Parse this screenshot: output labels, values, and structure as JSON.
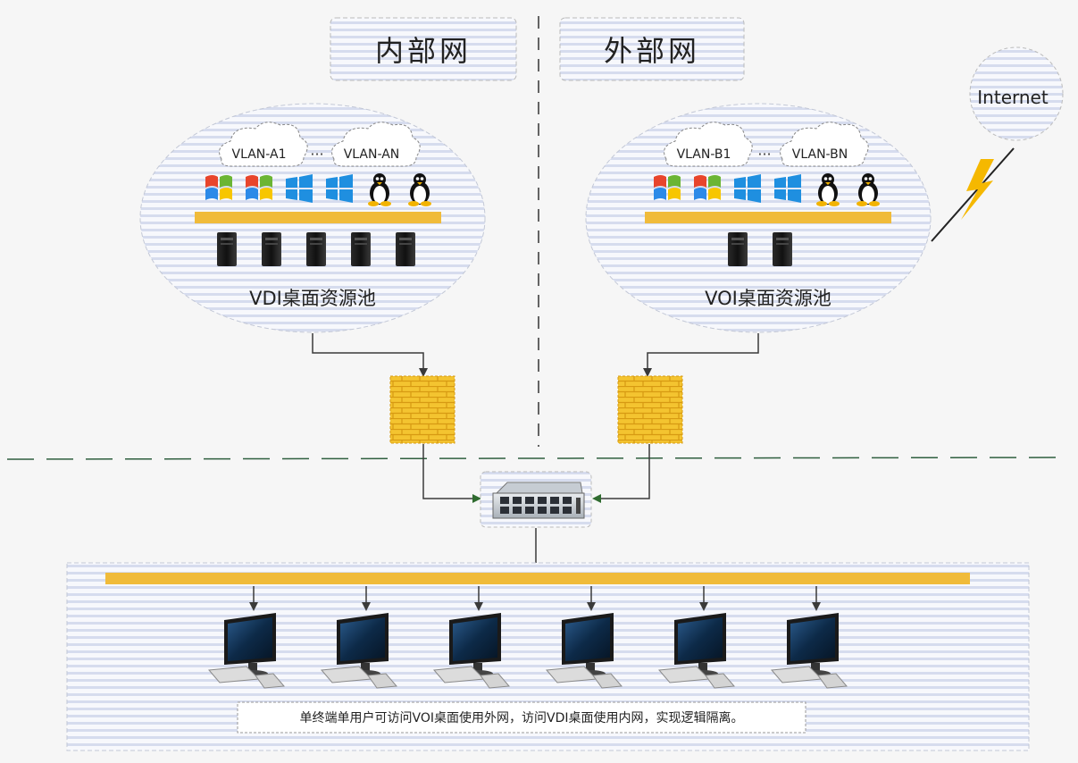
{
  "zones": {
    "internal": "内部网",
    "external": "外部网"
  },
  "internet_label": "Internet",
  "vdi_pool": {
    "vlans": [
      "VLAN-A1",
      "VLAN-AN"
    ],
    "ellipsis": "···",
    "label": "VDI桌面资源池",
    "os_icons": [
      "windows-xp-icon",
      "windows-xp-icon",
      "windows-icon",
      "windows-icon",
      "linux-icon",
      "linux-icon"
    ],
    "server_count": 5
  },
  "voi_pool": {
    "vlans": [
      "VLAN-B1",
      "VLAN-BN"
    ],
    "ellipsis": "···",
    "label": "VOI桌面资源池",
    "os_icons": [
      "windows-xp-icon",
      "windows-xp-icon",
      "windows-icon",
      "windows-icon",
      "linux-icon",
      "linux-icon"
    ],
    "server_count": 2
  },
  "terminal_count": 6,
  "caption": "单终端单用户可访问VOI桌面使用外网，访问VDI桌面使用内网，实现逻辑隔离。",
  "colors": {
    "bus": "#f0bb3a",
    "firewall": "#f4c430",
    "lightning": "#f5b800",
    "stripe": "#c9d3ea",
    "line": "#3a3a3a"
  }
}
